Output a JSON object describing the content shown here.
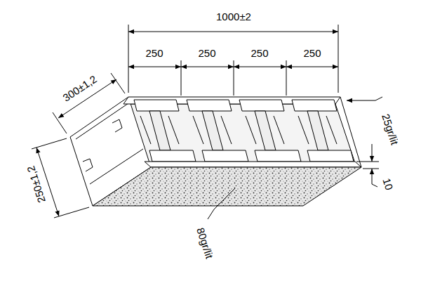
{
  "diagram": {
    "labels": [
      "1000±2",
      "250",
      "250",
      "250",
      "250",
      "300±1,2",
      "250±1,2",
      "25gr/lit",
      "10",
      "80gr/lit"
    ]
  }
}
